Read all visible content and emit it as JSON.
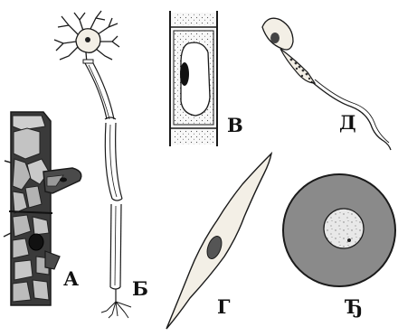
{
  "figure": {
    "labels": {
      "a": "А",
      "b": "Б",
      "v": "В",
      "g": "Г",
      "d": "Д",
      "dj": "Ђ"
    },
    "colors": {
      "outline": "#1a1a1a",
      "cell_fill": "#f3efe6",
      "tissue_dark": "#3a3a3a",
      "tissue_light": "#b9b9b9",
      "nucleus": "#555555",
      "egg_cytoplasm": "#8a8a8a",
      "egg_nucleus": "#e8e8e8"
    }
  }
}
